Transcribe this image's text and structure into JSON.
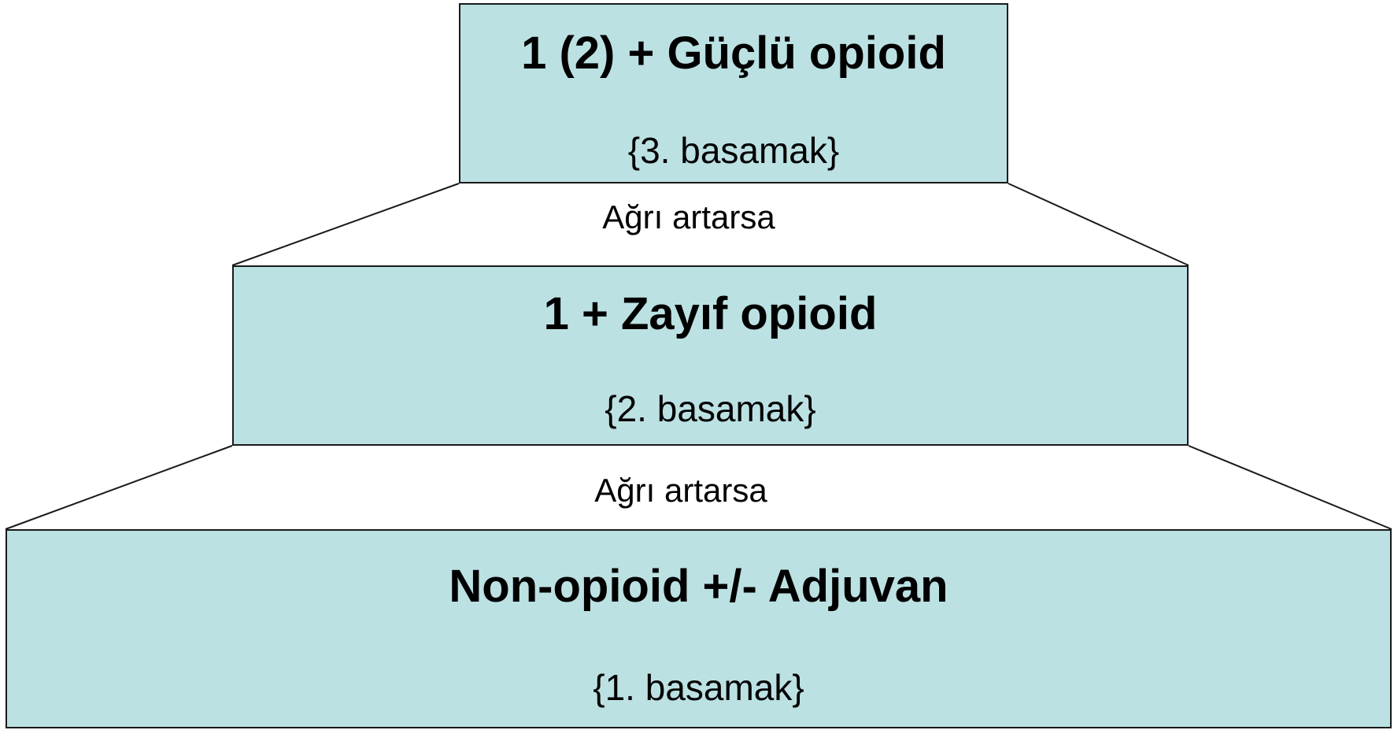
{
  "colors": {
    "box_fill": "#bce1e3",
    "border": "#1a1a1a",
    "text": "#000000"
  },
  "steps": [
    {
      "title": "Non-opioid +/- Adjuvan",
      "subtitle": "{1. basamak}"
    },
    {
      "title": "1 + Zayıf opioid",
      "subtitle": "{2. basamak}"
    },
    {
      "title": "1 (2) + Güçlü opioid",
      "subtitle": "{3. basamak}"
    }
  ],
  "transitions": [
    {
      "label": "Ağrı artarsa"
    },
    {
      "label": "Ağrı artarsa"
    }
  ]
}
